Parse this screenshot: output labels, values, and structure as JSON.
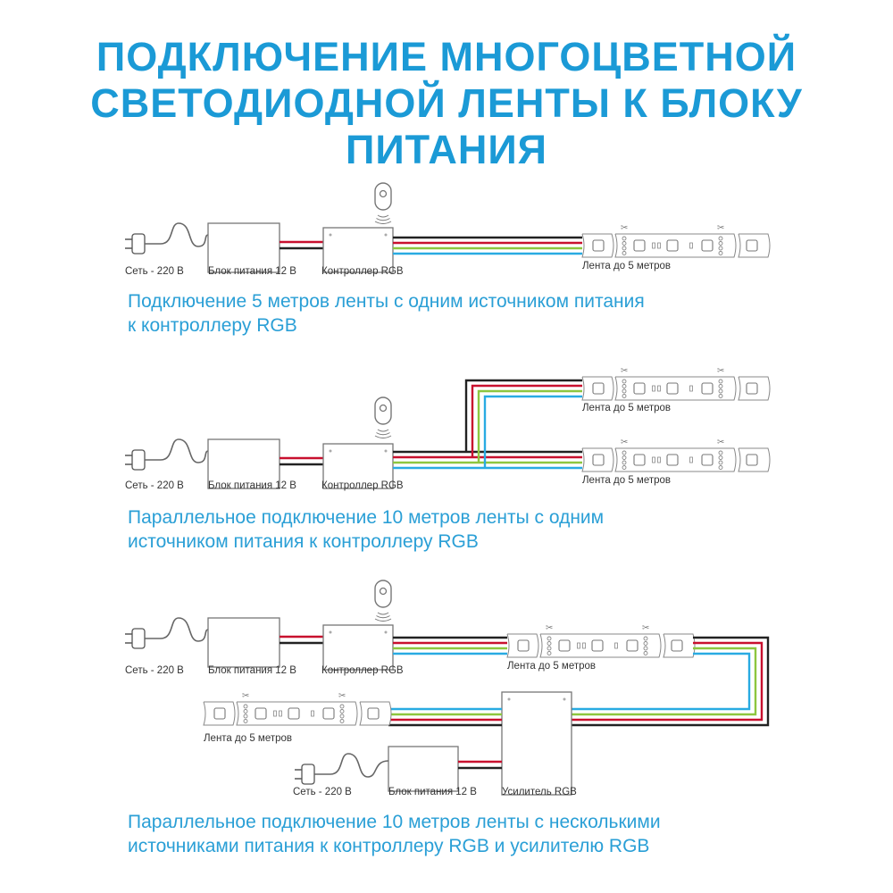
{
  "title": {
    "line1": "ПОДКЛЮЧЕНИЕ МНОГОЦВЕТНОЙ",
    "line2": "СВЕТОДИОДНОЙ ЛЕНТЫ К БЛОКУ ПИТАНИЯ"
  },
  "colors": {
    "accent": "#1b9ad6",
    "wire_black": "#222222",
    "wire_red": "#c8102e",
    "wire_green": "#8dc63f",
    "wire_blue": "#29abe2"
  },
  "labels": {
    "mains": "Сеть - 220 В",
    "psu": "Блок питания 12 В",
    "controller": "Контроллер RGB",
    "strip": "Лента до 5 метров",
    "amplifier": "Усилитель RGB"
  },
  "diagrams": [
    {
      "caption1": "Подключение 5 метров ленты с одним источником питания",
      "caption2": "к контроллеру RGB"
    },
    {
      "caption1": "Параллельное подключение 10 метров ленты с одним",
      "caption2": "источником питания к контроллеру RGB"
    },
    {
      "caption1": "Параллельное подключение 10 метров ленты с несколькими",
      "caption2": "источниками питания к контроллеру RGB и усилителю RGB"
    }
  ]
}
